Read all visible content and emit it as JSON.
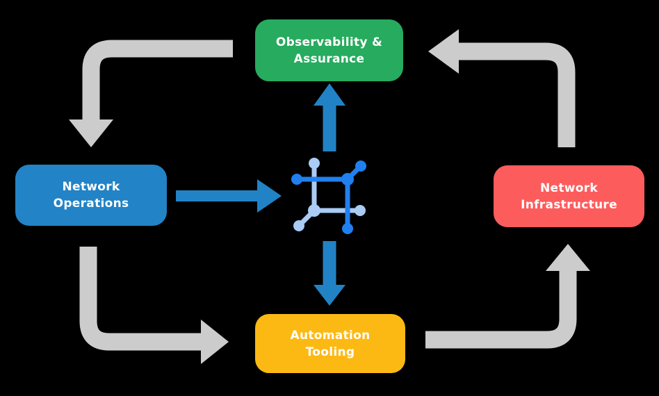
{
  "diagram": {
    "center_icon": "network-mesh-icon",
    "nodes": [
      {
        "id": "observability-assurance",
        "lines": [
          "Observability &",
          "Assurance"
        ],
        "color": "#27ab5e"
      },
      {
        "id": "network-operations",
        "lines": [
          "Network",
          "Operations"
        ],
        "color": "#2283c6"
      },
      {
        "id": "network-infrastructure",
        "lines": [
          "Network",
          "Infrastructure"
        ],
        "color": "#fd5c5c"
      },
      {
        "id": "automation-tooling",
        "lines": [
          "Automation",
          "Tooling"
        ],
        "color": "#fdb913"
      }
    ],
    "edges": [
      {
        "from": "observability-assurance",
        "to": "network-operations",
        "style": "gray-elbow"
      },
      {
        "from": "network-operations",
        "to": "automation-tooling",
        "style": "gray-elbow"
      },
      {
        "from": "automation-tooling",
        "to": "network-infrastructure",
        "style": "gray-elbow"
      },
      {
        "from": "network-infrastructure",
        "to": "observability-assurance",
        "style": "gray-elbow"
      },
      {
        "from": "network-operations",
        "to": "center-icon",
        "style": "blue-straight"
      },
      {
        "from": "center-icon",
        "to": "observability-assurance",
        "style": "blue-straight"
      },
      {
        "from": "center-icon",
        "to": "automation-tooling",
        "style": "blue-straight"
      }
    ]
  },
  "colors": {
    "background": "#000000",
    "text": "#ffffff",
    "arrow_gray": "#cccccc",
    "arrow_blue": "#2183c6",
    "icon_blue_dark": "#2080f0",
    "icon_blue_light": "#a9cbf4"
  }
}
